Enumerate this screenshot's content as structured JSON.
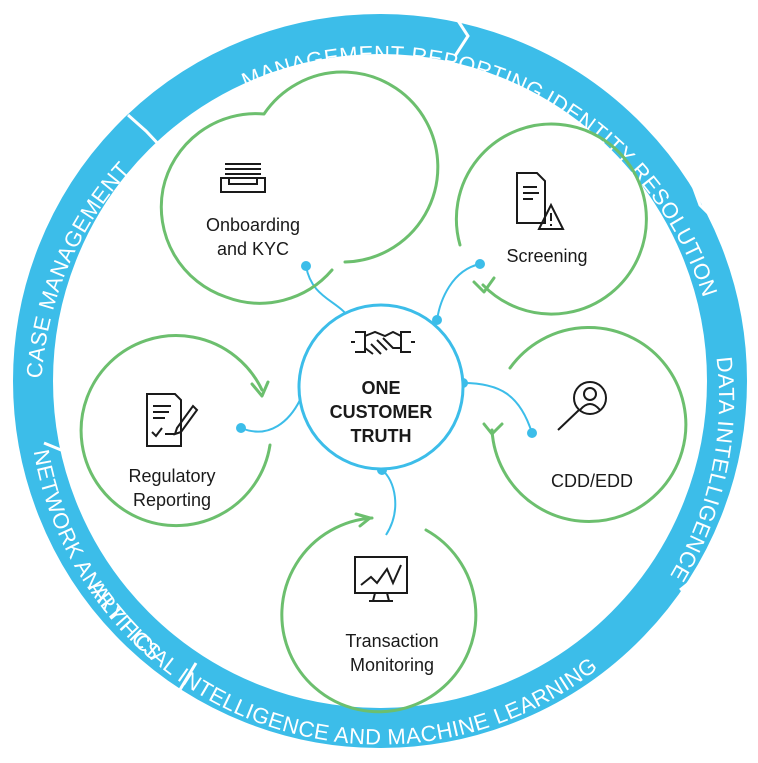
{
  "colors": {
    "ring": "#3cbde9",
    "node_stroke": "#6cbf6e",
    "center_stroke": "#3cbde9",
    "connector": "#3cbde9",
    "text": "#1a1a1a",
    "icon": "#1a1a1a"
  },
  "outer_ring": {
    "labels": {
      "management": "MANAGEMENT REPORTING",
      "identity": "IDENTITY RESOLUTION",
      "data": "DATA INTELLIGENCE",
      "ai": "ARTIFICIAL INTELLIGENCE AND MACHINE LEARNING",
      "network": "NETWORK ANALYTICS",
      "case": "CASE MANAGEMENT"
    }
  },
  "center": {
    "icon": "handshake-icon",
    "lines": [
      "ONE",
      "CUSTOMER",
      "TRUTH"
    ]
  },
  "nodes": {
    "onboarding": {
      "icon": "document-tray-icon",
      "lines": [
        "Onboarding",
        "and KYC"
      ]
    },
    "screening": {
      "icon": "document-warning-icon",
      "lines": [
        "Screening"
      ]
    },
    "cdd": {
      "icon": "magnify-person-icon",
      "lines": [
        "CDD/EDD"
      ]
    },
    "transaction": {
      "icon": "monitor-chart-icon",
      "lines": [
        "Transaction",
        "Monitoring"
      ]
    },
    "regulatory": {
      "icon": "checklist-pen-icon",
      "lines": [
        "Regulatory",
        "Reporting"
      ]
    }
  }
}
